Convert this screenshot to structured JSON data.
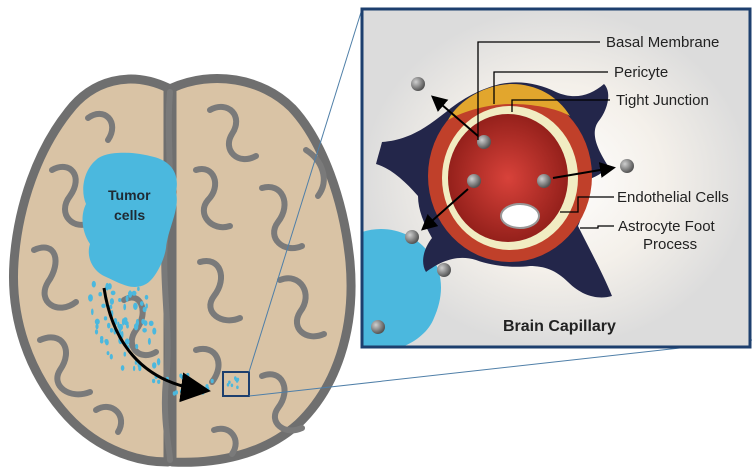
{
  "labels": {
    "tumor_line1": "Tumor",
    "tumor_line2": "cells",
    "basal_membrane": "Basal Membrane",
    "pericyte": "Pericyte",
    "tight_junction": "Tight Junction",
    "endothelial_cells": "Endothelial Cells",
    "astrocyte_line1": "Astrocyte Foot",
    "astrocyte_line2": "Process",
    "capillary_title": "Brain Capillary"
  },
  "colors": {
    "brain_fill": "#d9c3a5",
    "brain_outline": "#6f6f6f",
    "tumor": "#4bb8de",
    "inset_border": "#1d3f6e",
    "astrocyte": "#23264a",
    "endothelium": "#c0402a",
    "lumen": "#b3261e",
    "basal_membrane_ring": "#f1ecc2",
    "pericyte": "#e2a62d",
    "particle": "#7d7d7d"
  }
}
